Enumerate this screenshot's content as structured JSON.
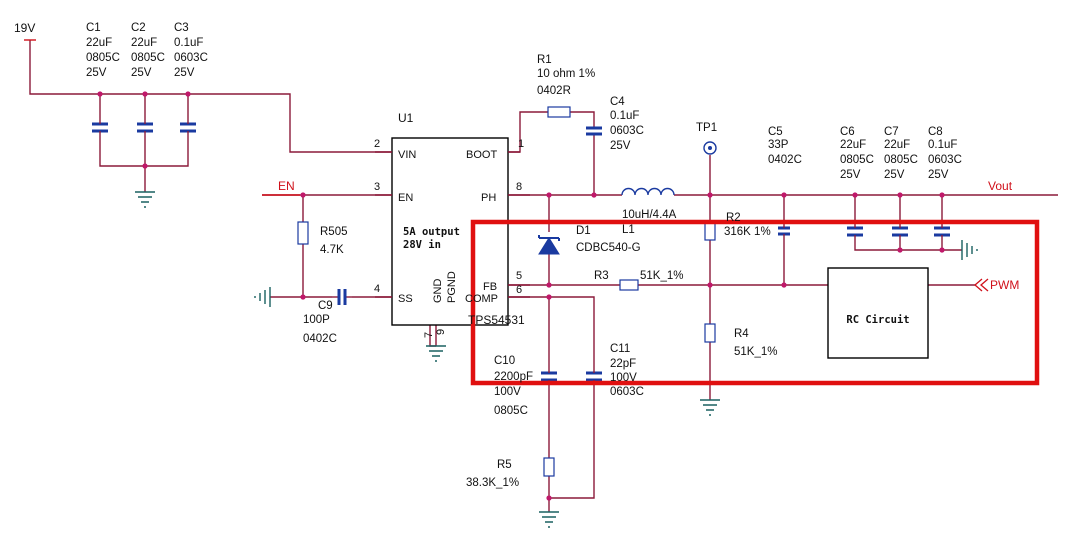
{
  "nets": {
    "vin": "19V",
    "en": "EN",
    "vout": "Vout",
    "pwm": "PWM"
  },
  "ic": {
    "ref": "U1",
    "part": "TPS54531",
    "note_line1": "5A output",
    "note_line2": "28V in",
    "pins": {
      "vin": "VIN",
      "en": "EN",
      "ss": "SS",
      "boot": "BOOT",
      "ph": "PH",
      "fb": "FB",
      "comp": "COMP",
      "gnd": "GND",
      "pgnd": "PGND"
    },
    "pin_numbers": {
      "vin": "2",
      "en": "3",
      "ss": "4",
      "boot": "1",
      "ph": "8",
      "fb": "5",
      "comp": "6",
      "gnd": "7",
      "pgnd": "9"
    }
  },
  "components": {
    "c1": {
      "ref": "C1",
      "value": "22uF",
      "package": "0805C",
      "voltage": "25V"
    },
    "c2": {
      "ref": "C2",
      "value": "22uF",
      "package": "0805C",
      "voltage": "25V"
    },
    "c3": {
      "ref": "C3",
      "value": "0.1uF",
      "package": "0603C",
      "voltage": "25V"
    },
    "r1": {
      "ref": "R1",
      "value": "10 ohm 1%",
      "package": "0402R"
    },
    "c4": {
      "ref": "C4",
      "value": "0.1uF",
      "package": "0603C",
      "voltage": "25V"
    },
    "tp1": {
      "ref": "TP1"
    },
    "c5": {
      "ref": "C5",
      "value": "33P",
      "package": "0402C"
    },
    "c6": {
      "ref": "C6",
      "value": "22uF",
      "package": "0805C",
      "voltage": "25V"
    },
    "c7": {
      "ref": "C7",
      "value": "22uF",
      "package": "0805C",
      "voltage": "25V"
    },
    "c8": {
      "ref": "C8",
      "value": "0.1uF",
      "package": "0603C",
      "voltage": "25V"
    },
    "l1": {
      "ref": "L1",
      "value": "10uH/4.4A"
    },
    "d1": {
      "ref": "D1",
      "value": "CDBC540-G"
    },
    "r2": {
      "ref": "R2",
      "value": "316K 1%"
    },
    "r3": {
      "ref": "R3",
      "value": "51K_1%"
    },
    "r4": {
      "ref": "R4",
      "value": "51K_1%"
    },
    "r505": {
      "ref": "R505",
      "value": "4.7K"
    },
    "c9": {
      "ref": "C9",
      "value": "100P",
      "package": "0402C"
    },
    "c10": {
      "ref": "C10",
      "value": "2200pF",
      "voltage": "100V",
      "package": "0805C"
    },
    "c11": {
      "ref": "C11",
      "value": "22pF",
      "voltage": "100V",
      "package": "0603C"
    },
    "r5": {
      "ref": "R5",
      "value": "38.3K_1%"
    }
  },
  "rc_block": {
    "label": "RC Circuit"
  },
  "colors": {
    "wire": "#8b1a3a",
    "component": "#1a3aa0",
    "net_label": "#d0101a",
    "highlight": "#e01010",
    "junction": "#c0186a"
  }
}
